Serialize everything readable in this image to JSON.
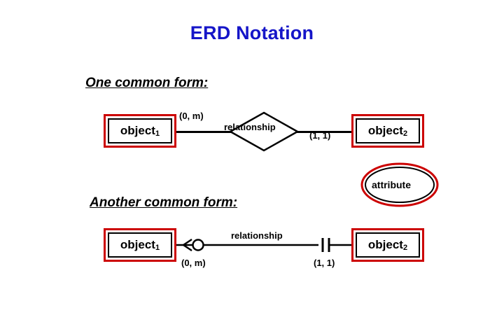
{
  "slide": {
    "title": "ERD Notation",
    "title_color": "#1515c8",
    "background": "#ffffff",
    "accent_color": "#cc0000"
  },
  "sections": [
    {
      "heading": "One common form:"
    },
    {
      "heading": "Another common form:"
    }
  ],
  "form1": {
    "entity_left": {
      "name": "object",
      "sub": "1"
    },
    "entity_right": {
      "name": "object",
      "sub": "2"
    },
    "relationship_label": "relationship",
    "cardinality_left": "(0, m)",
    "cardinality_right": "(1, 1)",
    "attribute_label": "attribute"
  },
  "form2": {
    "entity_left": {
      "name": "object",
      "sub": "1"
    },
    "entity_right": {
      "name": "object",
      "sub": "2"
    },
    "relationship_label": "relationship",
    "cardinality_left": "(0, m)",
    "cardinality_right": "(1, 1)"
  },
  "icons": {
    "crowsfoot": "crowsfoot-icon",
    "circle_optional": "optional-circle-icon",
    "double_bar": "mandatory-one-bar-icon",
    "diamond": "relationship-diamond-icon",
    "ellipse": "attribute-ellipse-icon"
  }
}
